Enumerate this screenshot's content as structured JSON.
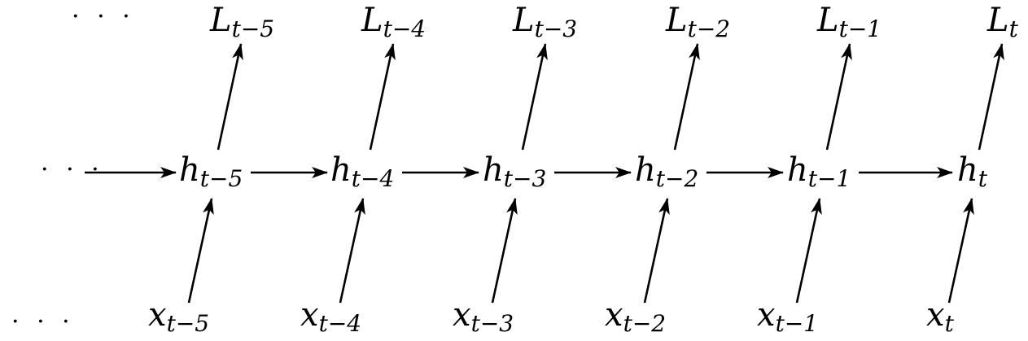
{
  "diagram": {
    "leading_dots": "· · ·",
    "layers": {
      "loss": "L",
      "hidden": "h",
      "input": "x"
    },
    "subscripts": [
      "t−5",
      "t−4",
      "t−3",
      "t−2",
      "t−1",
      "t"
    ],
    "colors": {
      "ink": "#000000",
      "background": "#ffffff"
    },
    "edges": {
      "input_to_hidden": "arrow",
      "hidden_to_hidden": "arrow",
      "hidden_to_loss": "arrow"
    }
  }
}
